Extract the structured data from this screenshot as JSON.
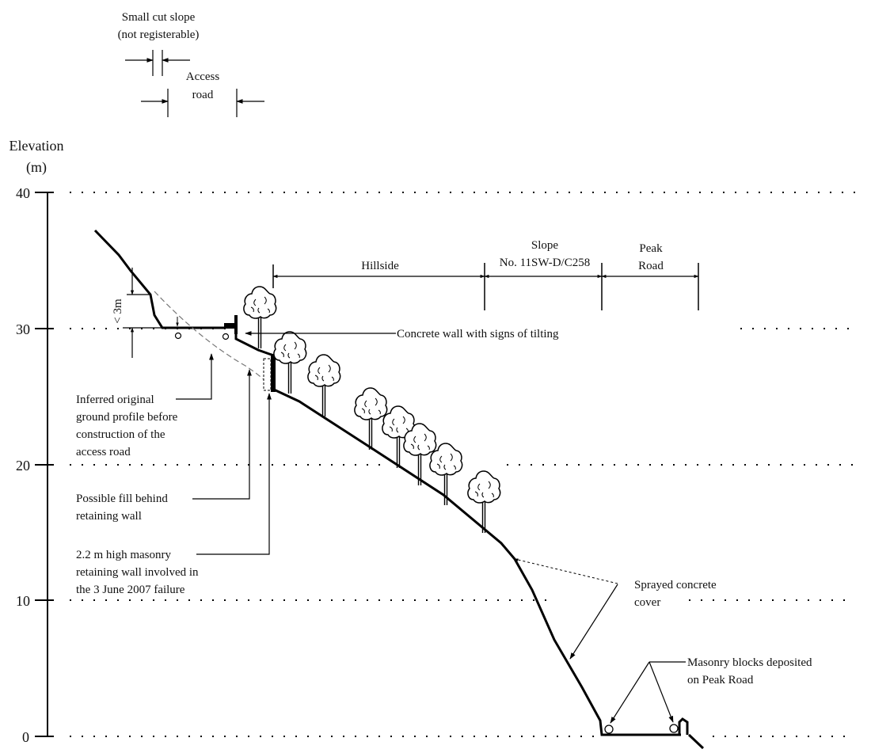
{
  "axis": {
    "label_line1": "Elevation",
    "label_line2": "(m)",
    "ticks": [
      "40",
      "30",
      "20",
      "10",
      "0"
    ]
  },
  "labels": {
    "small_cut_slope_1": "Small cut slope",
    "small_cut_slope_2": "(not registerable)",
    "access_road_1": "Access",
    "access_road_2": "road",
    "hillside": "Hillside",
    "slope_1": "Slope",
    "slope_2": "No. 11SW-D/C258",
    "peak_road_1": "Peak",
    "peak_road_2": "Road",
    "height_marker": "< 3m",
    "concrete_wall": "Concrete wall with signs of tilting",
    "inferred_1": "Inferred original",
    "inferred_2": "ground profile before",
    "inferred_3": "construction of the",
    "inferred_4": "access road",
    "fill_1": "Possible fill behind",
    "fill_2": "retaining wall",
    "masonry_wall_1": "2.2 m high masonry",
    "masonry_wall_2": "retaining wall involved in",
    "masonry_wall_3": "the 3 June 2007 failure",
    "sprayed_1": "Sprayed concrete",
    "sprayed_2": "cover",
    "blocks_1": "Masonry blocks deposited",
    "blocks_2": "on Peak Road"
  }
}
